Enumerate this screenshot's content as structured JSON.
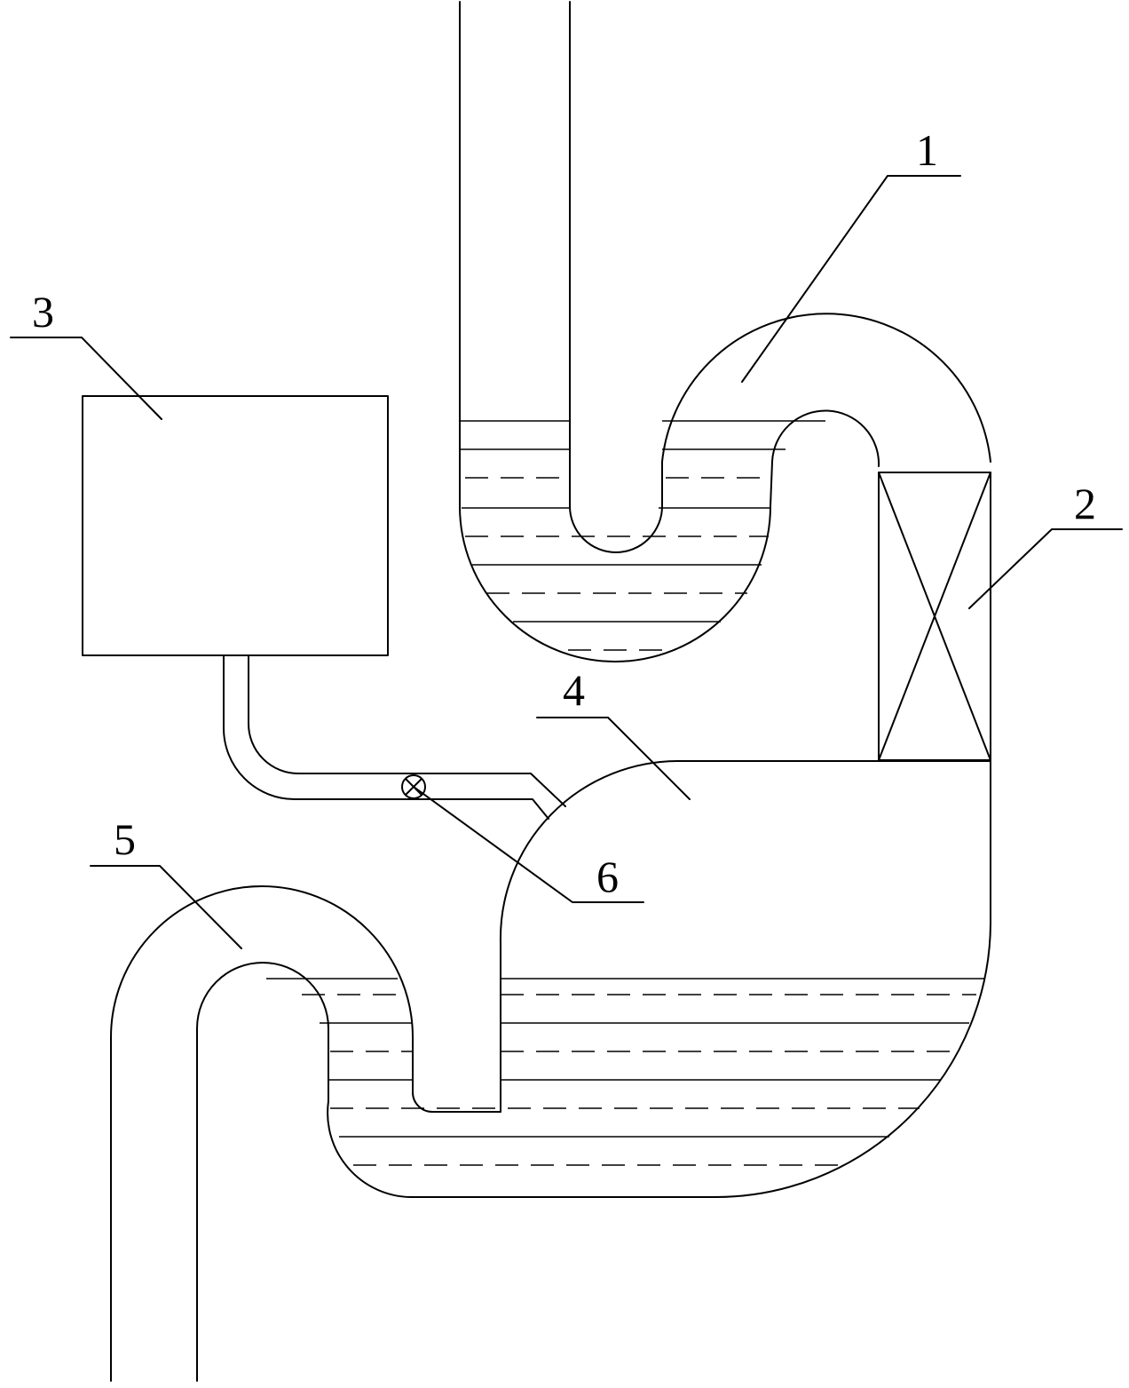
{
  "labels": {
    "l1": "1",
    "l2": "2",
    "l3": "3",
    "l4": "4",
    "l5": "5",
    "l6": "6"
  },
  "colors": {
    "line": "#000000",
    "background": "#ffffff"
  }
}
